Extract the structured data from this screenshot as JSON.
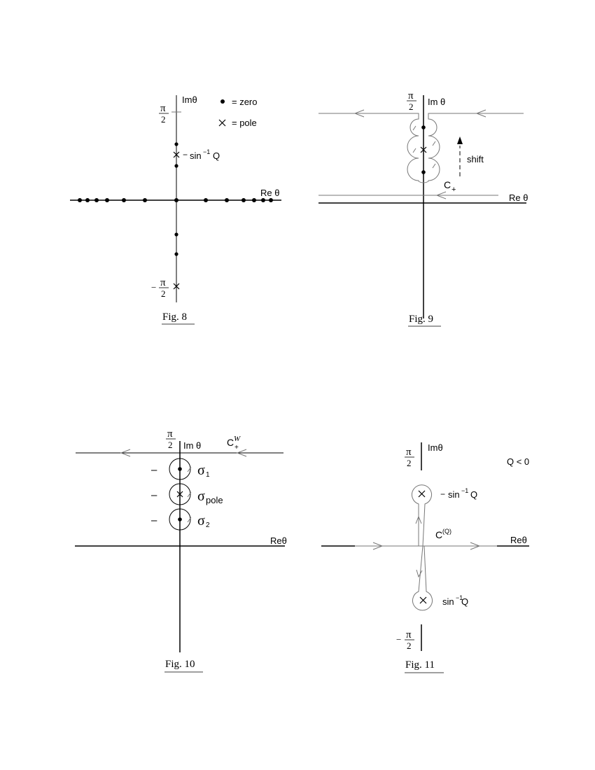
{
  "fig8": {
    "caption": "Fig. 8",
    "im_label": "Imθ",
    "re_label": "Re θ",
    "pi": "π",
    "two": "2",
    "minus": "−",
    "legend_zero_label": "= zero",
    "legend_pole_label": "= pole",
    "pole_label_prefix": "−",
    "pole_label_func": "sin",
    "pole_label_exp": "−1",
    "pole_label_arg": "Q"
  },
  "fig9": {
    "caption": "Fig. 9",
    "im_label": "Im θ",
    "re_label": "Re θ",
    "pi": "π",
    "two": "2",
    "shift_label": "shift",
    "contour_label": "C",
    "contour_sub": "+"
  },
  "fig10": {
    "caption": "Fig. 10",
    "im_label": "Im θ",
    "re_label": "Reθ",
    "pi": "π",
    "two": "2",
    "contour_label": "C",
    "contour_sup": "W",
    "contour_sub": "+",
    "sigma": "σ",
    "sigma1_sub": "1",
    "sigma_pole_sub": "pole",
    "sigma2_sub": "2",
    "minus_sign": "–"
  },
  "fig11": {
    "caption": "Fig. 11",
    "im_label": "Imθ",
    "re_label": "Reθ",
    "pi": "π",
    "two": "2",
    "minus": "−",
    "condition": "Q  <  0",
    "contour_label": "C",
    "contour_sup": "(Q)",
    "upper_pole_prefix": "−",
    "pole_func": "sin",
    "pole_exp": "−1",
    "pole_arg": "Q"
  }
}
